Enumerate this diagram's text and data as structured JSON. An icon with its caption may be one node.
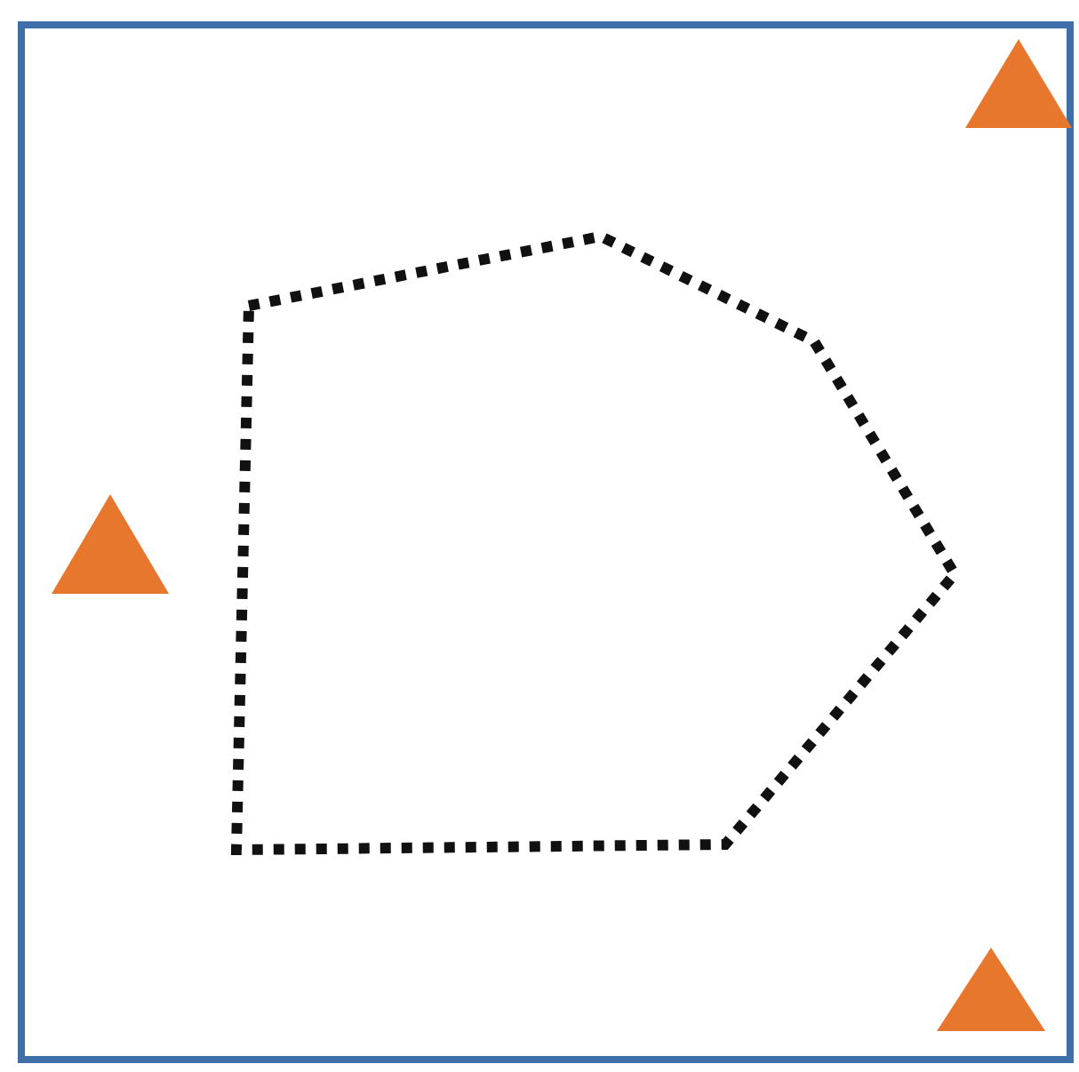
{
  "diagram": {
    "nodes": [
      {
        "text": [],
        "shape": "box"
      },
      {
        "text": [],
        "shape": "triangle",
        "in": 0
      },
      {
        "text": [],
        "shape": "polygon",
        "in": 0
      },
      {
        "text": [],
        "shape": "triangle",
        "in": 0
      },
      {
        "text": [],
        "shape": "triangle",
        "in": 0
      }
    ]
  }
}
